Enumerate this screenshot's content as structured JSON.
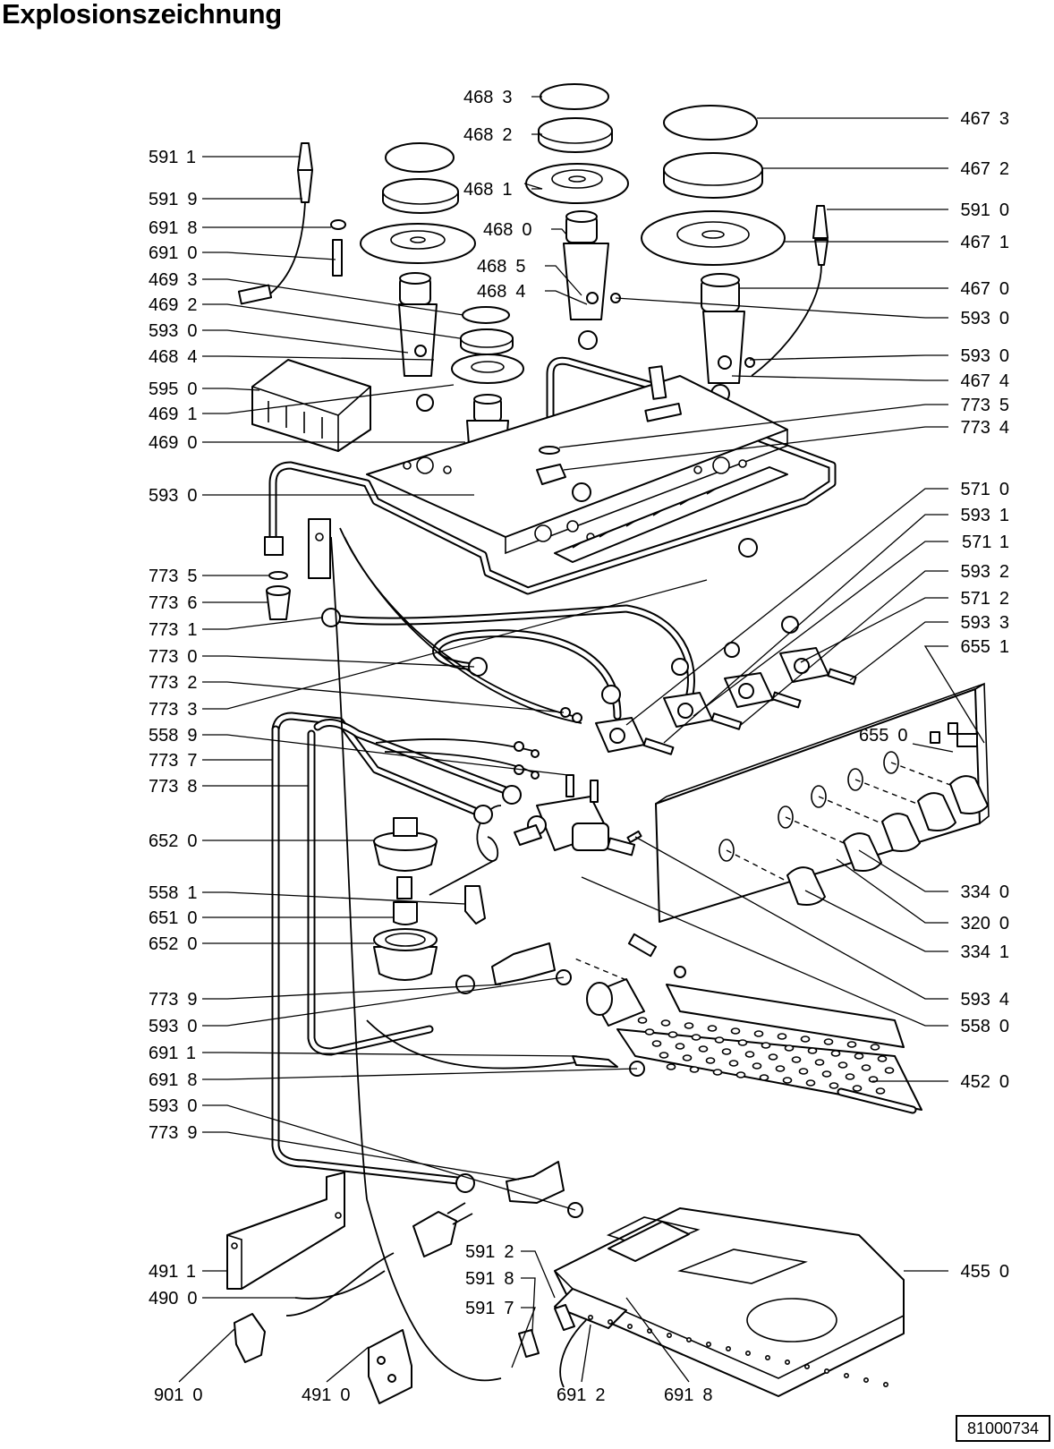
{
  "title": "Explosionszeichnung",
  "document_number": "81000734",
  "callouts": [
    {
      "code": "591",
      "variant": "1",
      "side": "left",
      "target": "plug"
    },
    {
      "code": "591",
      "variant": "9",
      "side": "left",
      "target": "spring"
    },
    {
      "code": "691",
      "variant": "8",
      "side": "left",
      "target": "nut"
    },
    {
      "code": "691",
      "variant": "0",
      "side": "left",
      "target": "thermocouple"
    },
    {
      "code": "469",
      "variant": "3",
      "side": "left",
      "target": "burner-cap"
    },
    {
      "code": "469",
      "variant": "2",
      "side": "left",
      "target": "burner-ring"
    },
    {
      "code": "593",
      "variant": "0",
      "side": "left",
      "target": "screw"
    },
    {
      "code": "468",
      "variant": "4",
      "side": "left",
      "target": "screw"
    },
    {
      "code": "595",
      "variant": "0",
      "side": "left",
      "target": "ignition-unit"
    },
    {
      "code": "469",
      "variant": "1",
      "side": "left",
      "target": "burner-base"
    },
    {
      "code": "469",
      "variant": "0",
      "side": "left",
      "target": "burner-holder"
    },
    {
      "code": "593",
      "variant": "0",
      "side": "left",
      "target": "screw"
    },
    {
      "code": "773",
      "variant": "5",
      "side": "left",
      "target": "gasket"
    },
    {
      "code": "773",
      "variant": "6",
      "side": "left",
      "target": "fitting"
    },
    {
      "code": "773",
      "variant": "1",
      "side": "left",
      "target": "gas-pipe"
    },
    {
      "code": "773",
      "variant": "0",
      "side": "left",
      "target": "gas-pipe"
    },
    {
      "code": "773",
      "variant": "2",
      "side": "left",
      "target": "gas-pipe"
    },
    {
      "code": "773",
      "variant": "3",
      "side": "left",
      "target": "gas-pipe"
    },
    {
      "code": "558",
      "variant": "9",
      "side": "left",
      "target": "screw"
    },
    {
      "code": "773",
      "variant": "7",
      "side": "left",
      "target": "gas-pipe"
    },
    {
      "code": "773",
      "variant": "8",
      "side": "left",
      "target": "gas-pipe"
    },
    {
      "code": "652",
      "variant": "0",
      "side": "left",
      "target": "switch"
    },
    {
      "code": "558",
      "variant": "1",
      "side": "left",
      "target": "clip"
    },
    {
      "code": "651",
      "variant": "0",
      "side": "left",
      "target": "lamp"
    },
    {
      "code": "652",
      "variant": "0",
      "side": "left",
      "target": "lamp-holder"
    },
    {
      "code": "773",
      "variant": "9",
      "side": "left",
      "target": "nozzle-holder"
    },
    {
      "code": "593",
      "variant": "0",
      "side": "left",
      "target": "screw"
    },
    {
      "code": "691",
      "variant": "1",
      "side": "left",
      "target": "thermocouple"
    },
    {
      "code": "691",
      "variant": "8",
      "side": "left",
      "target": "nut"
    },
    {
      "code": "593",
      "variant": "0",
      "side": "left",
      "target": "screw"
    },
    {
      "code": "773",
      "variant": "9",
      "side": "left",
      "target": "nozzle-holder"
    },
    {
      "code": "491",
      "variant": "1",
      "side": "left",
      "target": "bracket"
    },
    {
      "code": "490",
      "variant": "0",
      "side": "left",
      "target": "cable"
    },
    {
      "code": "468",
      "variant": "3",
      "side": "top",
      "target": "burner-cap"
    },
    {
      "code": "468",
      "variant": "2",
      "side": "top",
      "target": "burner-ring"
    },
    {
      "code": "468",
      "variant": "1",
      "side": "top",
      "target": "burner-base"
    },
    {
      "code": "468",
      "variant": "0",
      "side": "top",
      "target": "burner-holder"
    },
    {
      "code": "468",
      "variant": "5",
      "side": "top",
      "target": "screw"
    },
    {
      "code": "468",
      "variant": "4",
      "side": "top",
      "target": "screw"
    },
    {
      "code": "467",
      "variant": "3",
      "side": "right",
      "target": "burner-cap"
    },
    {
      "code": "467",
      "variant": "2",
      "side": "right",
      "target": "burner-ring"
    },
    {
      "code": "591",
      "variant": "0",
      "side": "right",
      "target": "plug"
    },
    {
      "code": "467",
      "variant": "1",
      "side": "right",
      "target": "burner-base"
    },
    {
      "code": "467",
      "variant": "0",
      "side": "right",
      "target": "burner-holder"
    },
    {
      "code": "593",
      "variant": "0",
      "side": "right",
      "target": "screw"
    },
    {
      "code": "593",
      "variant": "0",
      "side": "right",
      "target": "screw"
    },
    {
      "code": "467",
      "variant": "4",
      "side": "right",
      "target": "screw"
    },
    {
      "code": "773",
      "variant": "5",
      "side": "right",
      "target": "gasket"
    },
    {
      "code": "773",
      "variant": "4",
      "side": "right",
      "target": "fitting"
    },
    {
      "code": "571",
      "variant": "0",
      "side": "right",
      "target": "gas-tap"
    },
    {
      "code": "593",
      "variant": "1",
      "side": "right",
      "target": "screw"
    },
    {
      "code": "571",
      "variant": "1",
      "side": "right",
      "target": "gas-tap"
    },
    {
      "code": "593",
      "variant": "2",
      "side": "right",
      "target": "screw"
    },
    {
      "code": "571",
      "variant": "2",
      "side": "right",
      "target": "gas-tap"
    },
    {
      "code": "593",
      "variant": "3",
      "side": "right",
      "target": "screw"
    },
    {
      "code": "655",
      "variant": "1",
      "side": "right",
      "target": "switch"
    },
    {
      "code": "655",
      "variant": "0",
      "side": "inner",
      "target": "switch"
    },
    {
      "code": "334",
      "variant": "0",
      "side": "right",
      "target": "knob"
    },
    {
      "code": "320",
      "variant": "0",
      "side": "right",
      "target": "control-panel"
    },
    {
      "code": "334",
      "variant": "1",
      "side": "right",
      "target": "knob"
    },
    {
      "code": "593",
      "variant": "4",
      "side": "right",
      "target": "screw"
    },
    {
      "code": "558",
      "variant": "0",
      "side": "right",
      "target": "thermostat"
    },
    {
      "code": "452",
      "variant": "0",
      "side": "right",
      "target": "grill-burner"
    },
    {
      "code": "455",
      "variant": "0",
      "side": "right",
      "target": "oven-burner"
    },
    {
      "code": "591",
      "variant": "2",
      "side": "bottom",
      "target": "ignition-plug"
    },
    {
      "code": "591",
      "variant": "8",
      "side": "bottom",
      "target": "spring"
    },
    {
      "code": "591",
      "variant": "7",
      "side": "bottom",
      "target": "washer"
    },
    {
      "code": "901",
      "variant": "0",
      "side": "bottom",
      "target": "cable-clamp"
    },
    {
      "code": "491",
      "variant": "0",
      "side": "bottom",
      "target": "terminal-block"
    },
    {
      "code": "691",
      "variant": "2",
      "side": "bottom",
      "target": "thermocouple"
    },
    {
      "code": "691",
      "variant": "8",
      "side": "bottom",
      "target": "nut"
    }
  ]
}
